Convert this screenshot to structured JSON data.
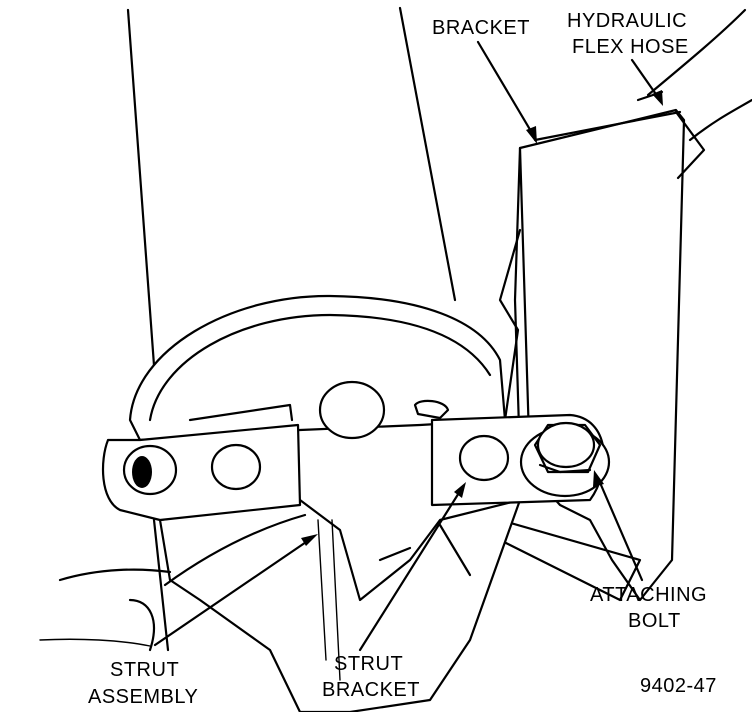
{
  "labels": {
    "bracket": "BRACKET",
    "hydraulic_flex_hose_line1": "HYDRAULIC",
    "hydraulic_flex_hose_line2": "FLEX HOSE",
    "attaching_bolt_line1": "ATTACHING",
    "attaching_bolt_line2": "BOLT",
    "strut_bracket_line1": "STRUT",
    "strut_bracket_line2": "BRACKET",
    "strut_assembly_line1": "STRUT",
    "strut_assembly_line2": "ASSEMBLY",
    "figure_number": "9402-47"
  }
}
